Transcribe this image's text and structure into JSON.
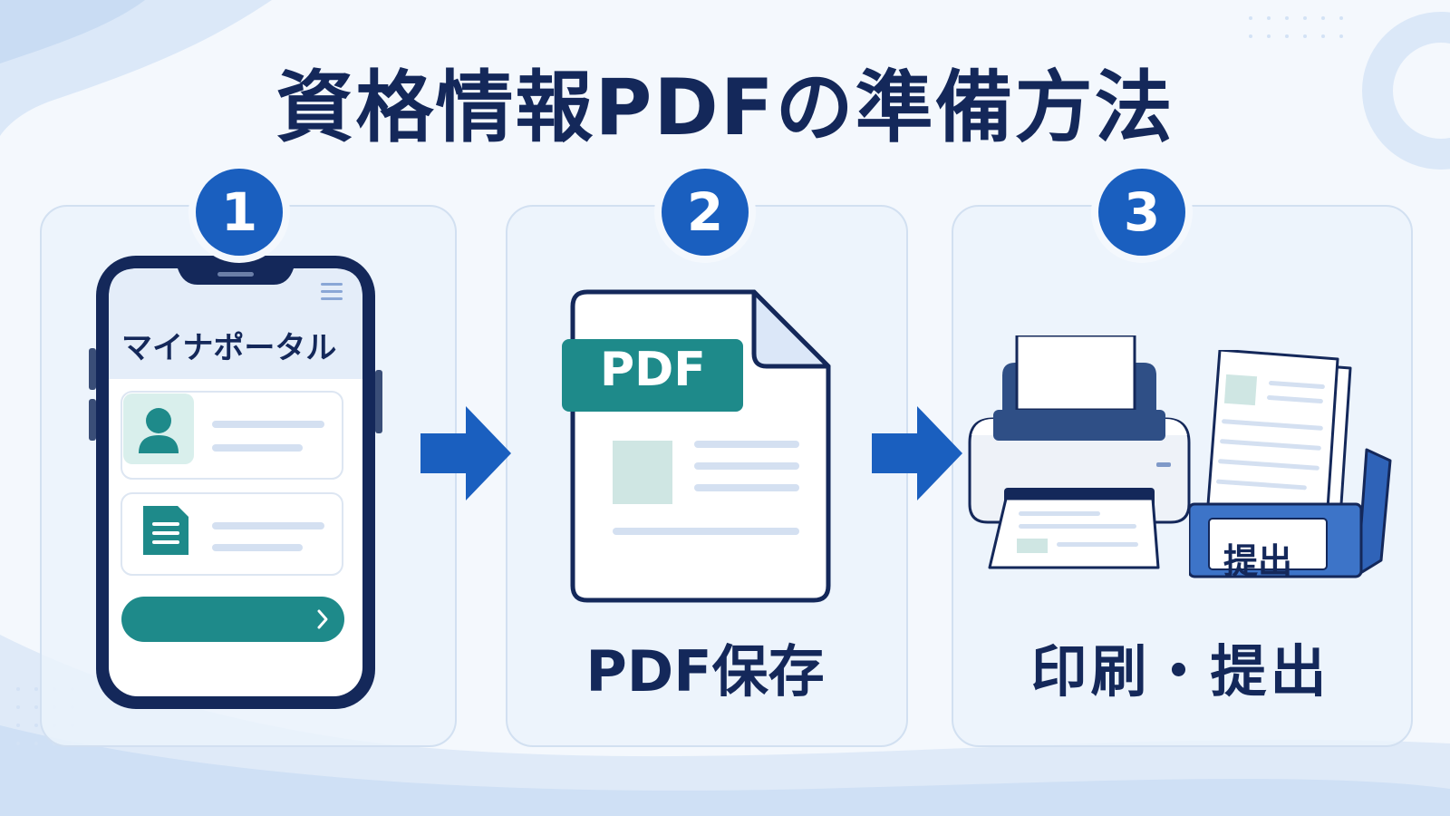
{
  "title": "資格情報PDFの準備方法",
  "steps": [
    {
      "number": "1",
      "phone_title": "マイナポータル"
    },
    {
      "number": "2",
      "tag": "PDF",
      "caption": "PDF保存"
    },
    {
      "number": "3",
      "tray_label": "提出",
      "caption": "印刷・提出"
    }
  ],
  "colors": {
    "navy": "#14285a",
    "blue": "#1a5fbf",
    "teal": "#1e8a8a",
    "card_bg": "#ebf3fc",
    "border": "#d2e0f1"
  },
  "icons": {
    "step1": [
      "smartphone-icon",
      "user-icon",
      "document-icon",
      "chevron-right-icon",
      "menu-icon"
    ],
    "step2": [
      "pdf-file-icon"
    ],
    "step3": [
      "printer-icon",
      "submission-tray-icon"
    ],
    "connectors": [
      "arrow-right-icon",
      "arrow-right-icon"
    ]
  }
}
